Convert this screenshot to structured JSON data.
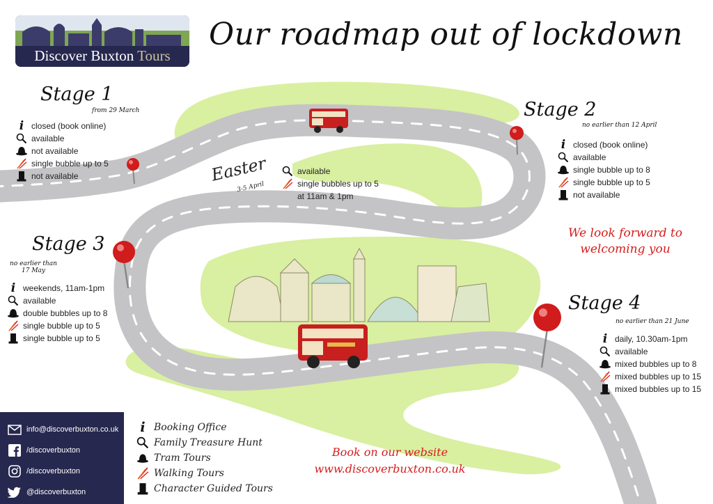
{
  "brand": {
    "name_main": "Discover Buxton",
    "name_accent": "Tours"
  },
  "title": "Our roadmap out of lockdown",
  "colors": {
    "navy": "#27284f",
    "road": "#c4c4c6",
    "grass": "#d7ef9c",
    "accent_red": "#d51d1d"
  },
  "stages": [
    {
      "title": "Stage 1",
      "subtitle": "from 29 March",
      "items": [
        {
          "icon": "info-icon",
          "text": "closed (book online)"
        },
        {
          "icon": "magnifier-icon",
          "text": "available"
        },
        {
          "icon": "bowler-hat-icon",
          "text": "not available"
        },
        {
          "icon": "walking-flags-icon",
          "text": "single bubble up to 5"
        },
        {
          "icon": "top-hat-icon",
          "text": "not available"
        }
      ]
    },
    {
      "title": "Stage 2",
      "subtitle": "no earlier than 12 April",
      "items": [
        {
          "icon": "info-icon",
          "text": "closed (book online)"
        },
        {
          "icon": "magnifier-icon",
          "text": "available"
        },
        {
          "icon": "bowler-hat-icon",
          "text": "single bubble up to 8"
        },
        {
          "icon": "walking-flags-icon",
          "text": "single bubble up to 5"
        },
        {
          "icon": "top-hat-icon",
          "text": "not available"
        }
      ]
    },
    {
      "title": "Stage 3",
      "subtitle_line1": "no earlier than",
      "subtitle_line2": "17 May",
      "items": [
        {
          "icon": "info-icon",
          "text": "weekends, 11am-1pm"
        },
        {
          "icon": "magnifier-icon",
          "text": "available"
        },
        {
          "icon": "bowler-hat-icon",
          "text": "double bubbles up to 8"
        },
        {
          "icon": "walking-flags-icon",
          "text": "single bubble up to 5"
        },
        {
          "icon": "top-hat-icon",
          "text": "single bubble up to 5"
        }
      ]
    },
    {
      "title": "Stage 4",
      "subtitle": "no earlier than 21 June",
      "items": [
        {
          "icon": "info-icon",
          "text": "daily, 10.30am-1pm"
        },
        {
          "icon": "magnifier-icon",
          "text": "available"
        },
        {
          "icon": "bowler-hat-icon",
          "text": "mixed bubbles up to 8"
        },
        {
          "icon": "walking-flags-icon",
          "text": "mixed bubbles up to 15"
        },
        {
          "icon": "top-hat-icon",
          "text": "mixed bubbles up to 15"
        }
      ]
    }
  ],
  "easter": {
    "title": "Easter",
    "subtitle": "3-5 April",
    "items": [
      {
        "icon": "magnifier-icon",
        "text": "available"
      },
      {
        "icon": "walking-flags-icon",
        "text": "single bubbles up to 5"
      },
      {
        "icon": "",
        "text": "at 11am & 1pm"
      }
    ]
  },
  "welcome": {
    "line1": "We look forward to",
    "line2": "welcoming you"
  },
  "booking": {
    "line1": "Book on our website",
    "line2": "www.discoverbuxton.co.uk"
  },
  "contact": [
    {
      "icon": "email-icon",
      "text": "info@discoverbuxton.co.uk"
    },
    {
      "icon": "facebook-icon",
      "text": "/discoverbuxton"
    },
    {
      "icon": "instagram-icon",
      "text": "/discoverbuxton"
    },
    {
      "icon": "twitter-icon",
      "text": "@discoverbuxton"
    }
  ],
  "legend": [
    {
      "icon": "info-icon",
      "text": "Booking Office"
    },
    {
      "icon": "magnifier-icon",
      "text": "Family Treasure Hunt"
    },
    {
      "icon": "bowler-hat-icon",
      "text": "Tram Tours"
    },
    {
      "icon": "walking-flags-icon",
      "text": "Walking Tours"
    },
    {
      "icon": "top-hat-icon",
      "text": "Character Guided Tours"
    }
  ]
}
